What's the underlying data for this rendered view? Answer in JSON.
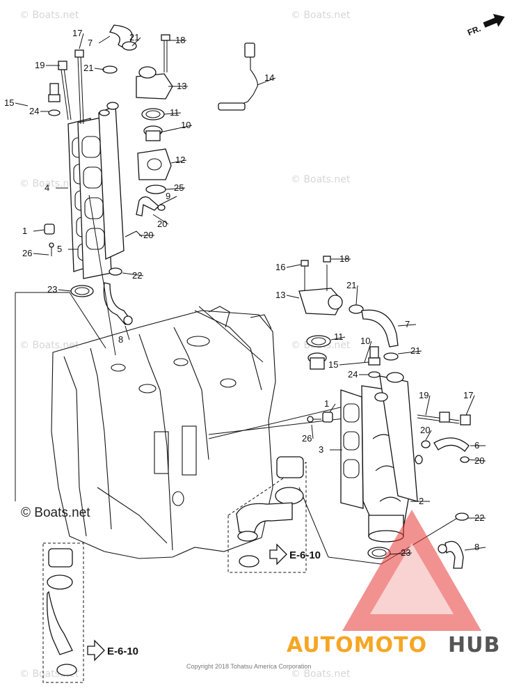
{
  "diagram": {
    "orientation_label": "FR.",
    "reference_label": "E-6-10",
    "copyright": "Copyright 2018 Tohatsu America Corporation",
    "watermark": "© Boats.net",
    "watermark_short": "Boats.net",
    "brand": {
      "part1": "AUTOMOTO",
      "part2": "HUB"
    },
    "colors": {
      "brand_orange": "#f5a623",
      "brand_red": "#e53935",
      "brand_gray": "#555555"
    },
    "callouts": [
      {
        "label": "17"
      },
      {
        "label": "7"
      },
      {
        "label": "21"
      },
      {
        "label": "18"
      },
      {
        "label": "19"
      },
      {
        "label": "21"
      },
      {
        "label": "13"
      },
      {
        "label": "14"
      },
      {
        "label": "15"
      },
      {
        "label": "24"
      },
      {
        "label": "11"
      },
      {
        "label": "10"
      },
      {
        "label": "12"
      },
      {
        "label": "4"
      },
      {
        "label": "25"
      },
      {
        "label": "9"
      },
      {
        "label": "20"
      },
      {
        "label": "1"
      },
      {
        "label": "20"
      },
      {
        "label": "26"
      },
      {
        "label": "5"
      },
      {
        "label": "22"
      },
      {
        "label": "23"
      },
      {
        "label": "8"
      },
      {
        "label": "16"
      },
      {
        "label": "18"
      },
      {
        "label": "13"
      },
      {
        "label": "21"
      },
      {
        "label": "7"
      },
      {
        "label": "11"
      },
      {
        "label": "10"
      },
      {
        "label": "21"
      },
      {
        "label": "15"
      },
      {
        "label": "24"
      },
      {
        "label": "1"
      },
      {
        "label": "19"
      },
      {
        "label": "17"
      },
      {
        "label": "26"
      },
      {
        "label": "20"
      },
      {
        "label": "3"
      },
      {
        "label": "6"
      },
      {
        "label": "20"
      },
      {
        "label": "2"
      },
      {
        "label": "22"
      },
      {
        "label": "8"
      },
      {
        "label": "23"
      }
    ]
  }
}
